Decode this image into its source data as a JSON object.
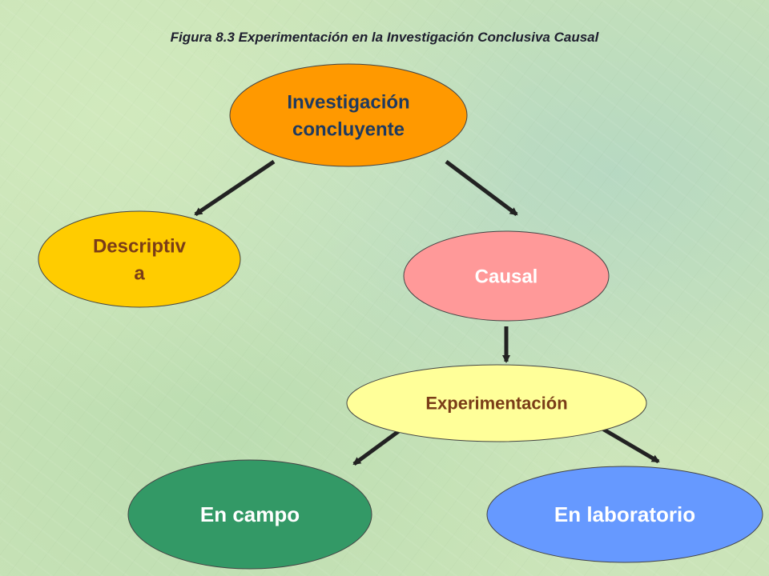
{
  "title": "Figura 8.3  Experimentación en la Investigación Conclusiva Causal",
  "nodes": {
    "investigacion": {
      "lines": [
        "Investigación",
        "concluyente"
      ],
      "color": "#ff9900",
      "text_color": "#1f3a5f"
    },
    "descriptiva": {
      "lines": [
        "Descriptiv",
        "a"
      ],
      "color": "#ffcc00",
      "text_color": "#7a3d18"
    },
    "causal": {
      "lines": [
        "Causal"
      ],
      "color": "#ff9999",
      "text_color": "#ffffff"
    },
    "experimentacion": {
      "lines": [
        "Experimentación"
      ],
      "color": "#ffff99",
      "text_color": "#7a3d18"
    },
    "en_campo": {
      "lines": [
        "En campo"
      ],
      "color": "#339966",
      "text_color": "#ffffff"
    },
    "en_laboratorio": {
      "lines": [
        "En laboratorio"
      ],
      "color": "#6699ff",
      "text_color": "#ffffff"
    }
  },
  "arrow_color": "#222222"
}
